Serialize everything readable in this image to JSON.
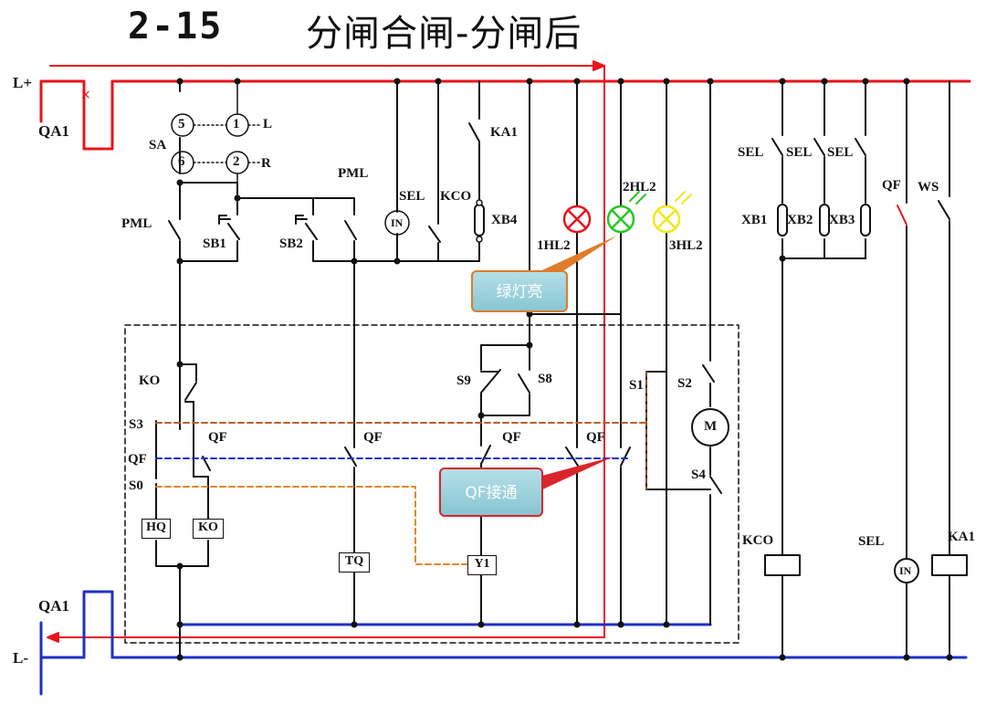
{
  "title": {
    "number": "2-15",
    "text": "分闸合闸-分闸后"
  },
  "labels": {
    "l_plus": "L+",
    "l_minus": "L-",
    "qa1_top": "QA1",
    "qa1_bottom": "QA1",
    "sa": "SA",
    "l": "L",
    "r": "R",
    "contact_5": "5",
    "contact_1": "1",
    "contact_6": "6",
    "contact_2": "2",
    "pml_left": "PML",
    "pml_top": "PML",
    "sb1": "SB1",
    "sb2": "SB2",
    "sel_1": "SEL",
    "kco_1": "KCO",
    "ka1_top": "KA1",
    "xb4": "XB4",
    "hl1": "1HL2",
    "hl2": "2HL2",
    "hl3": "3HL2",
    "sel_2": "SEL",
    "sel_3": "SEL",
    "sel_4": "SEL",
    "xb1": "XB1",
    "xb2": "XB2",
    "xb3": "XB3",
    "qf_top": "QF",
    "ws": "WS",
    "ko": "KO",
    "s3": "S3",
    "qf_side": "QF",
    "s0": "S0",
    "qf_c1": "QF",
    "qf_c2": "QF",
    "qf_c3": "QF",
    "qf_c4": "QF",
    "s9": "S9",
    "s8": "S8",
    "s1": "S1",
    "s2": "S2",
    "s4": "S4",
    "motor": "M",
    "kco_coil": "KCO",
    "sel_bottom": "SEL",
    "ka1_coil": "KA1",
    "in_top": "IN",
    "in_bottom": "IN"
  },
  "coils": {
    "hq": "HQ",
    "ko": "KO",
    "tq": "TQ",
    "y1": "Y1"
  },
  "callouts": {
    "green_light": "绿灯亮",
    "qf_connected": "QF接通"
  },
  "colors": {
    "positive_bus": "#e8141b",
    "negative_bus": "#1f2fc7",
    "wire": "#111111",
    "dashed_blue": "#1f2fc7",
    "dashed_orange": "#e0872b",
    "dashed_brown": "#b5612a",
    "lamp_red": "#e8141b",
    "lamp_green": "#28c427",
    "lamp_yellow": "#f2e81d"
  }
}
